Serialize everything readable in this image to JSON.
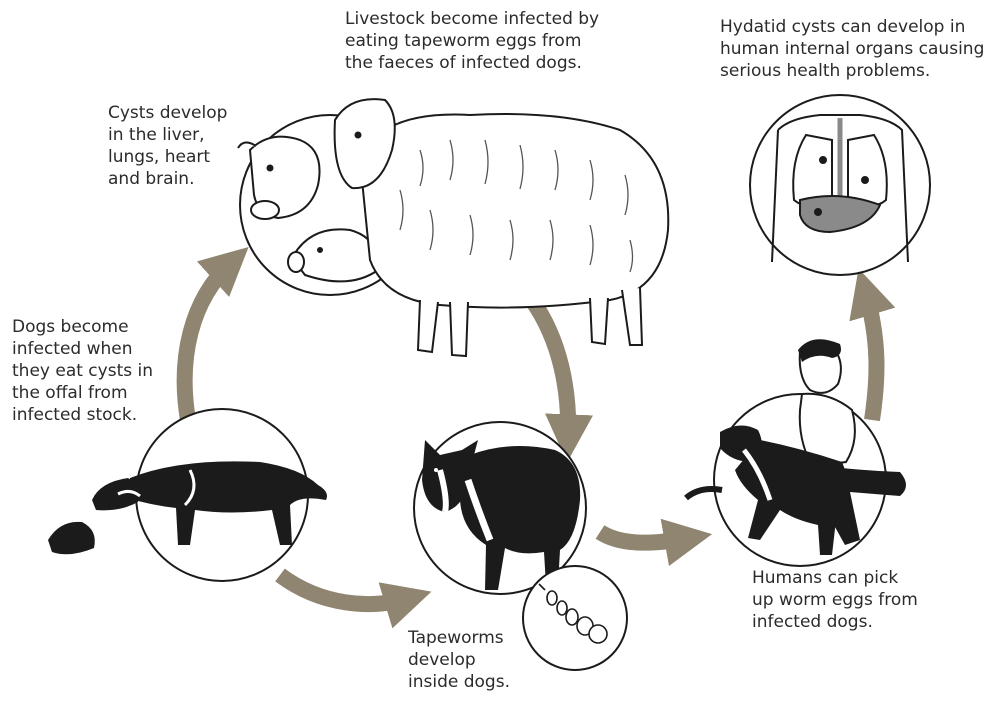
{
  "captions": {
    "livestock": "Livestock become infected by\neating tapeworm eggs from\nthe faeces of infected dogs.",
    "cysts": "Cysts develop\nin the liver,\nlungs, heart\nand brain.",
    "hydatid": "Hydatid cysts can develop in\nhuman internal organs causing\nserious health problems.",
    "dogs": "Dogs become\ninfected when\nthey eat cysts in\nthe offal from\ninfected stock.",
    "humans": "Humans can pick\nup worm eggs from\ninfected dogs.",
    "tapeworms": "Tapeworms\ndevelop\ninside dogs."
  },
  "colors": {
    "arrow": "#8f8570",
    "ink": "#1b1b1b",
    "paper": "#ffffff",
    "liver": "#8a8a8a"
  },
  "icons": [
    "cow-icon",
    "sheep-icon",
    "pig-icon",
    "dog-eating-offal-icon",
    "dog-standing-icon",
    "tapeworm-icon",
    "boy-with-dog-icon",
    "human-torso-organs-icon"
  ]
}
